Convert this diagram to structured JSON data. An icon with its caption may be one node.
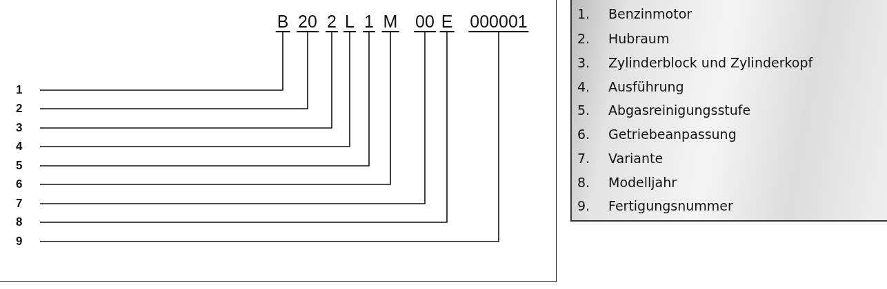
{
  "diagram": {
    "nodes": [
      {
        "text": [
          "B"
        ]
      },
      {
        "text": [
          "20"
        ]
      },
      {
        "text": [
          "2"
        ]
      },
      {
        "text": [
          "L"
        ]
      },
      {
        "text": [
          "1"
        ]
      },
      {
        "text": [
          "M"
        ]
      },
      {
        "text": [
          "00"
        ]
      },
      {
        "text": [
          "E"
        ]
      },
      {
        "text": [
          "000001"
        ]
      },
      {
        "text": [
          "1"
        ]
      },
      {
        "text": [
          "2"
        ]
      },
      {
        "text": [
          "3"
        ]
      },
      {
        "text": [
          "4"
        ]
      },
      {
        "text": [
          "5"
        ]
      },
      {
        "text": [
          "6"
        ]
      },
      {
        "text": [
          "7"
        ]
      },
      {
        "text": [
          "8"
        ]
      },
      {
        "text": [
          "9"
        ]
      }
    ],
    "edges": [
      {
        "from": 9,
        "to": 0,
        "arrow": "none"
      },
      {
        "from": 10,
        "to": 1,
        "arrow": "none"
      },
      {
        "from": 11,
        "to": 2,
        "arrow": "none"
      },
      {
        "from": 12,
        "to": 3,
        "arrow": "none"
      },
      {
        "from": 13,
        "to": 4,
        "arrow": "none"
      },
      {
        "from": 14,
        "to": 5,
        "arrow": "none"
      },
      {
        "from": 15,
        "to": 6,
        "arrow": "none"
      },
      {
        "from": 16,
        "to": 7,
        "arrow": "none"
      },
      {
        "from": 17,
        "to": 8,
        "arrow": "none"
      }
    ],
    "labels": [
      "1.",
      "Benzinmotor",
      "2.",
      "Hubraum",
      "3.",
      "Zylinderblock und Zylinderkopf",
      "4.",
      "Ausführung",
      "5.",
      "Abgasreinigungsstufe",
      "6.",
      "Getriebeanpassung",
      "7.",
      "Variante",
      "8.",
      "Modelljahr",
      "9.",
      "Fertigungsnummer"
    ]
  }
}
